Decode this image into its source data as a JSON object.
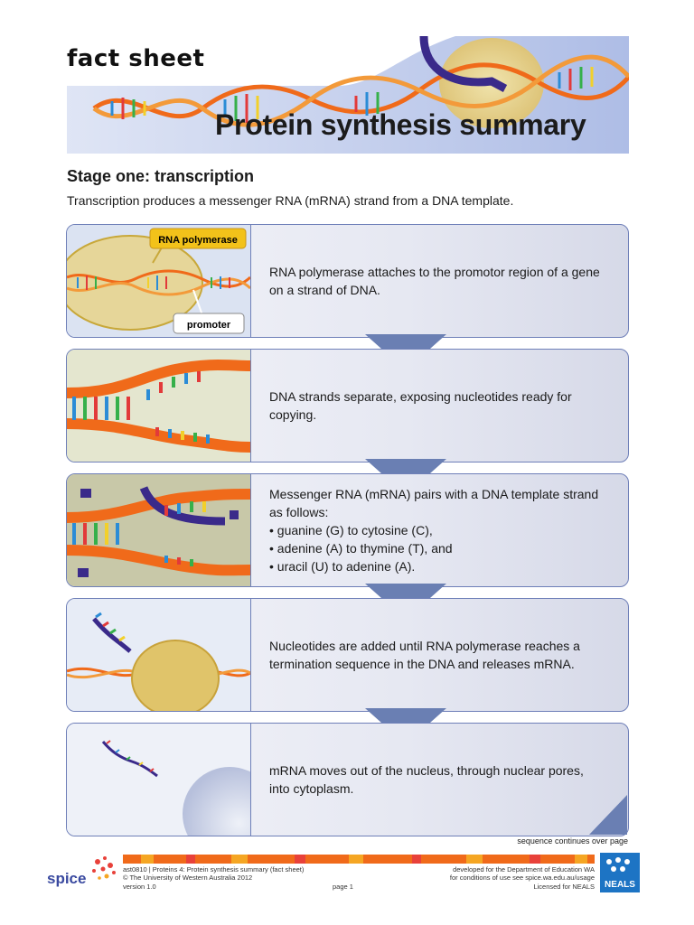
{
  "header": {
    "kicker": "fact sheet",
    "title": "Protein synthesis summary"
  },
  "stage": {
    "heading": "Stage one: transcription",
    "intro": "Transcription produces a messenger RNA (mRNA) strand from a DNA template."
  },
  "steps": [
    {
      "text": "RNA polymerase attaches to the promotor region of a gene on a strand of DNA.",
      "callouts": [
        "RNA polymerase",
        "promoter"
      ]
    },
    {
      "text": "DNA strands separate, exposing nucleotides ready for copying."
    },
    {
      "text": "Messenger RNA (mRNA) pairs with a DNA template strand as follows:",
      "bullets": [
        "• guanine (G) to cytosine (C),",
        "• adenine (A) to thymine (T), and",
        "• uracil (U) to adenine (A)."
      ]
    },
    {
      "text": "Nucleotides are added until RNA polymerase reaches a termination sequence in the DNA and releases mRNA."
    },
    {
      "text": "mRNA moves out of the nucleus, through nuclear pores, into cytoplasm."
    }
  ],
  "footer": {
    "continues": "sequence continues over page",
    "spice_logo": "spice",
    "ref_line": "ast0810  |  Proteins 4: Protein synthesis summary (fact sheet)",
    "copyright": "© The University of Western Australia 2012",
    "version": "version 1.0",
    "page": "page 1",
    "dev_line": "developed for the Department of Education WA",
    "terms": "for conditions of use see spice.wa.edu.au/usage",
    "licensed": "Licensed for NEALS",
    "neals_logo": "NEALS"
  },
  "colors": {
    "card_border": "#6e7fb8",
    "arrow": "#6a7fb3",
    "banner_blue": "#b7c3e6",
    "dna_orange": "#f06a1a",
    "rna_purple": "#3a2a8a"
  }
}
